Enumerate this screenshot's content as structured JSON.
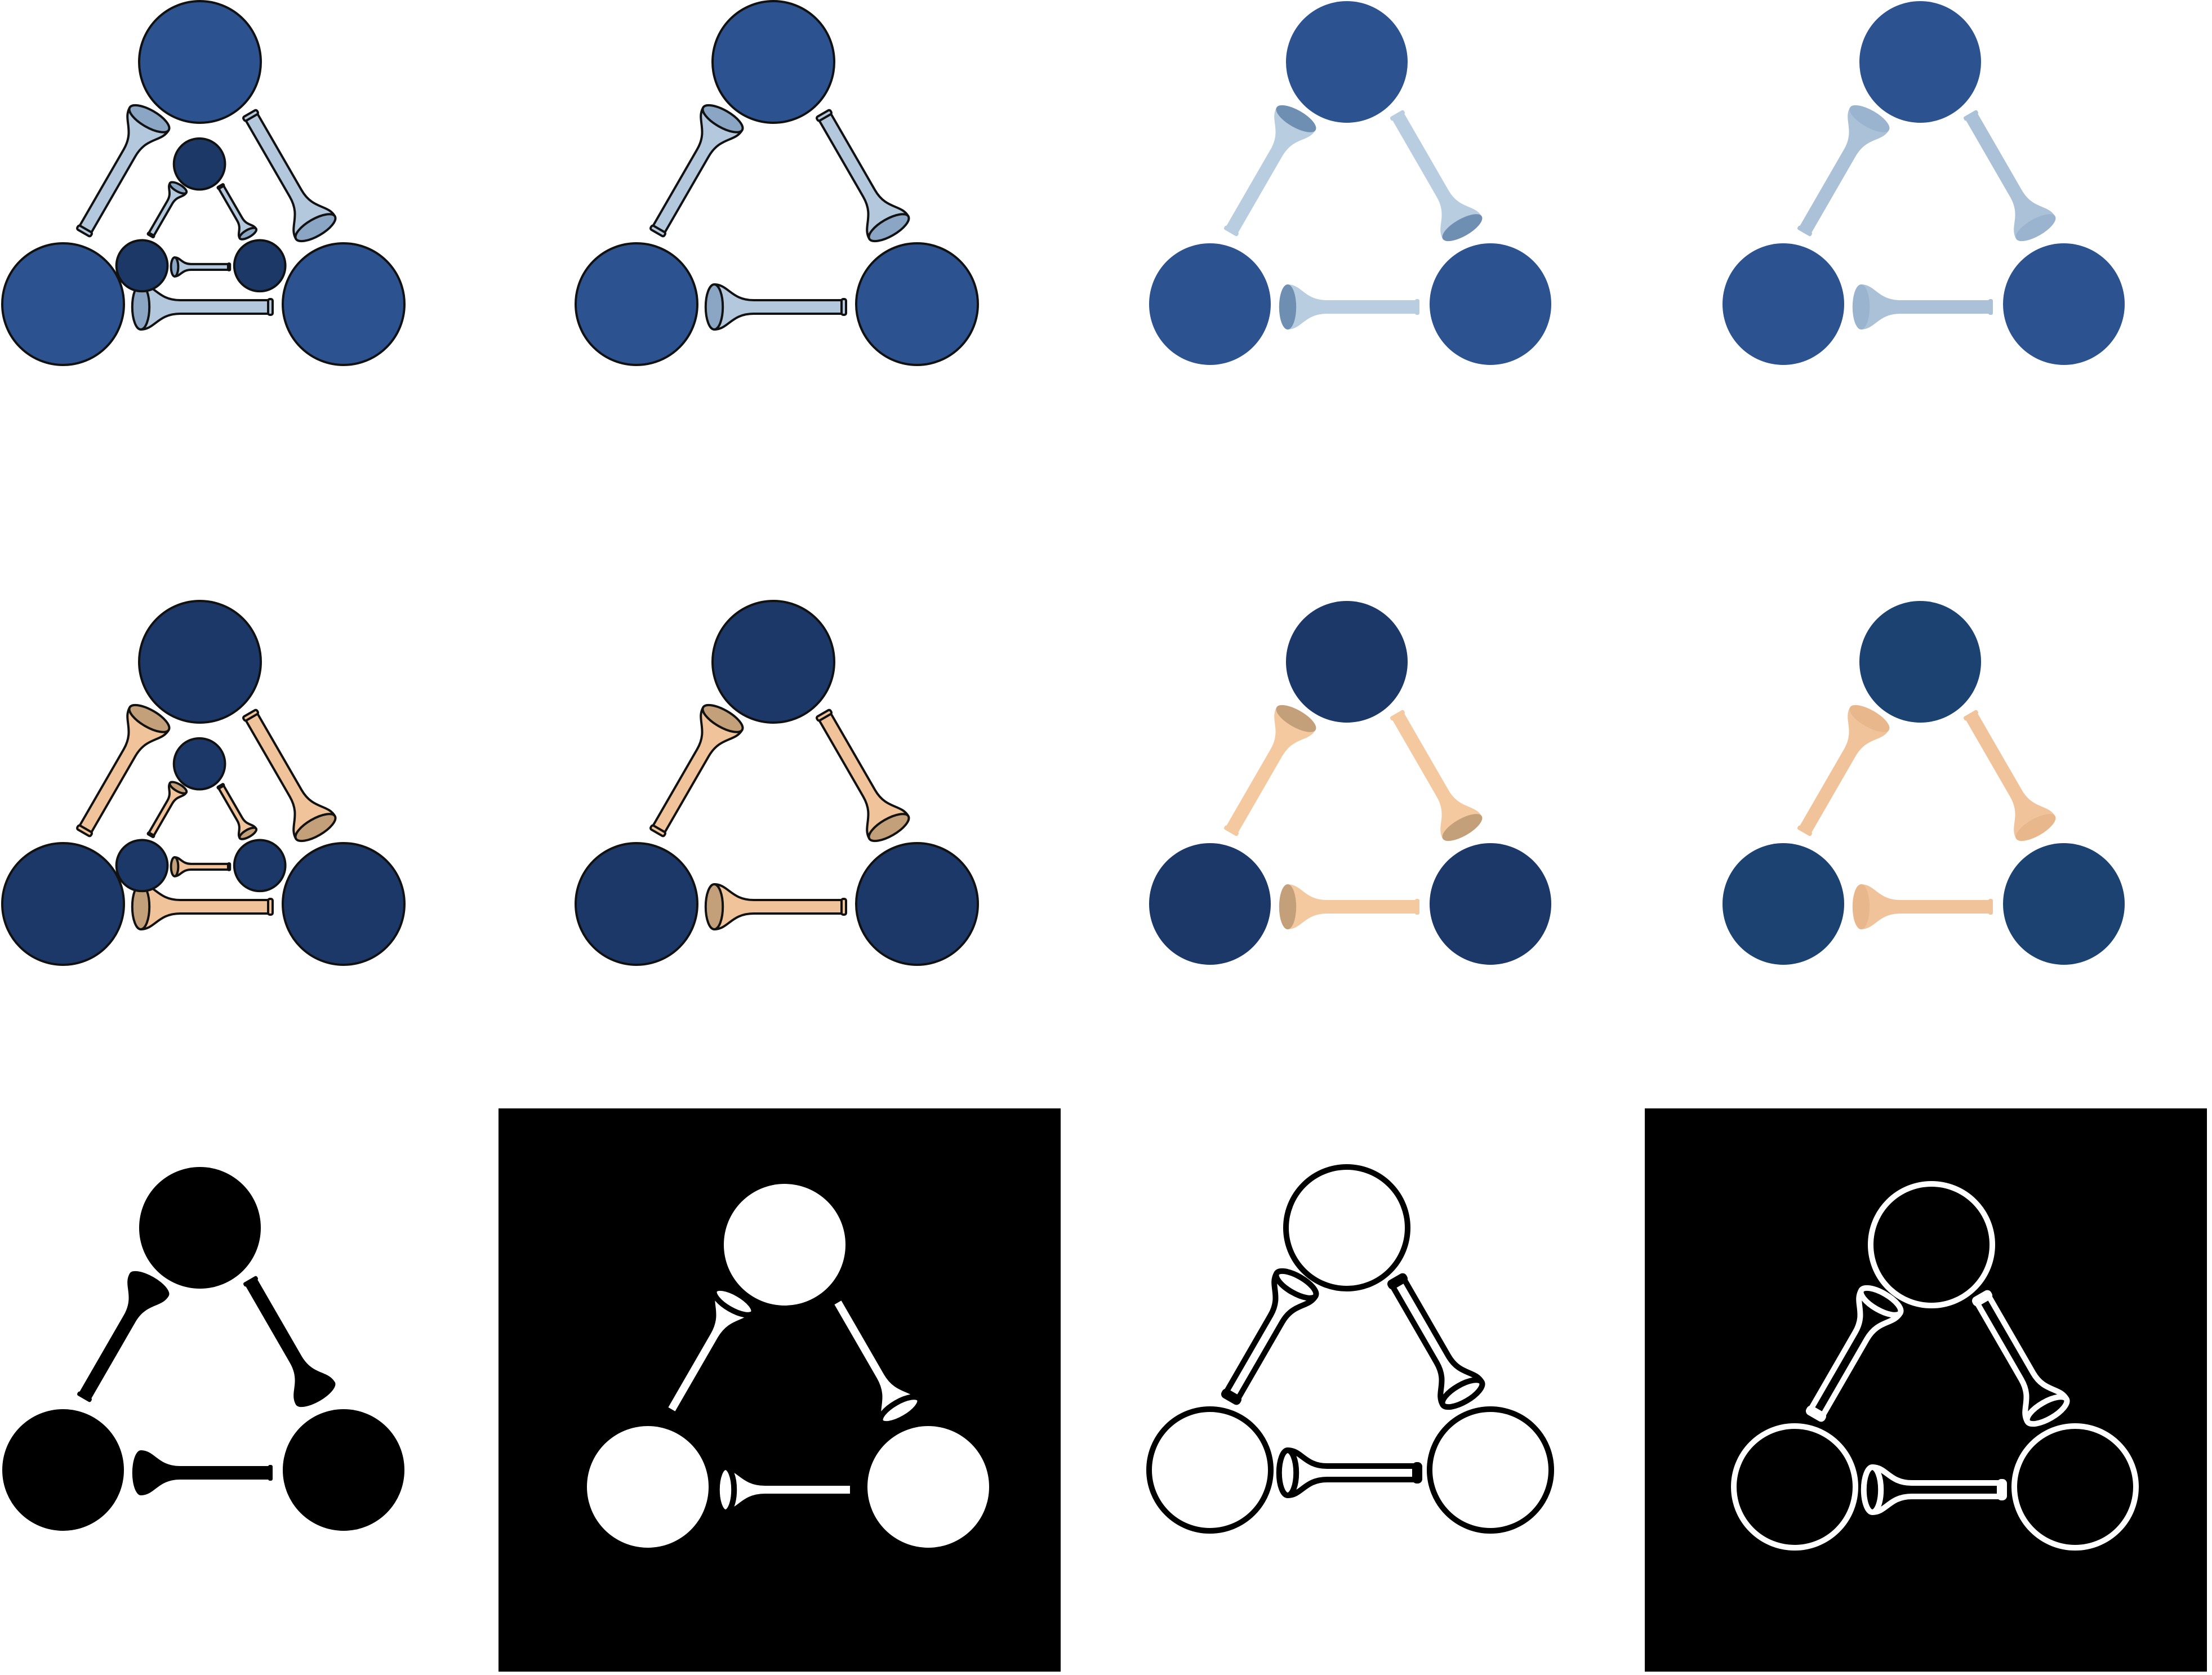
{
  "sheet": {
    "background": "#ffffff",
    "rows": [
      {
        "variants": [
          {
            "name": "gradient-blue-outlined-nested",
            "background": "#ffffff",
            "circle_fill": "#2c5290",
            "circle_stroke": "#111111",
            "trumpet_fill": "#b4c8dd",
            "bell_fill": "#8ba6c4",
            "trumpet_stroke": "#111111",
            "nested": true,
            "inner_circle_fill": "#1b3866"
          },
          {
            "name": "gradient-blue-outlined",
            "background": "#ffffff",
            "circle_fill": "#2c5290",
            "circle_stroke": "#111111",
            "trumpet_fill": "#b4c8dd",
            "bell_fill": "#8ba6c4",
            "trumpet_stroke": "#111111",
            "nested": false
          },
          {
            "name": "gradient-blue-flat",
            "background": "#ffffff",
            "circle_fill": "#2c5290",
            "circle_stroke": "none",
            "trumpet_fill": "#b8cde0",
            "bell_fill": "#6f8fb2",
            "trumpet_stroke": "none",
            "nested": false
          },
          {
            "name": "gradient-blue-soft",
            "background": "#ffffff",
            "circle_fill": "#2c5290",
            "circle_stroke": "none",
            "trumpet_fill": "#aac1d8",
            "bell_fill": "#9ab3cf",
            "trumpet_stroke": "none",
            "nested": false
          }
        ]
      },
      {
        "variants": [
          {
            "name": "navy-tan-outlined-nested",
            "background": "#ffffff",
            "circle_fill": "#1c3868",
            "circle_stroke": "#111111",
            "trumpet_fill": "#f0c39a",
            "bell_fill": "#c4a07a",
            "trumpet_stroke": "#111111",
            "nested": true,
            "inner_circle_fill": "#1c3868"
          },
          {
            "name": "navy-tan-outlined",
            "background": "#ffffff",
            "circle_fill": "#1c3868",
            "circle_stroke": "#111111",
            "trumpet_fill": "#f0c39a",
            "bell_fill": "#c4a07a",
            "trumpet_stroke": "#111111",
            "nested": false
          },
          {
            "name": "navy-tan-flat",
            "background": "#ffffff",
            "circle_fill": "#1c3868",
            "circle_stroke": "none",
            "trumpet_fill": "#f4c9a0",
            "bell_fill": "#c4a07a",
            "trumpet_stroke": "none",
            "nested": false
          },
          {
            "name": "teal-navy-tan-soft",
            "background": "#ffffff",
            "circle_fill": "#1b4270",
            "circle_stroke": "none",
            "trumpet_fill": "#f0c39a",
            "bell_fill": "#e8b88c",
            "trumpet_stroke": "none",
            "nested": false
          }
        ]
      },
      {
        "variants": [
          {
            "name": "black-solid",
            "background": "#ffffff",
            "circle_fill": "#000000",
            "circle_stroke": "none",
            "trumpet_fill": "#000000",
            "bell_fill": "#000000",
            "trumpet_stroke": "none",
            "nested": false
          },
          {
            "name": "white-on-black-solid",
            "background": "#000000",
            "circle_fill": "#ffffff",
            "circle_stroke": "none",
            "trumpet_fill": "#ffffff",
            "bell_fill": "#ffffff",
            "trumpet_stroke": "#000000",
            "nested": false
          },
          {
            "name": "black-outline",
            "background": "#ffffff",
            "circle_fill": "#ffffff",
            "circle_stroke": "#000000",
            "trumpet_fill": "#ffffff",
            "bell_fill": "#ffffff",
            "trumpet_stroke": "#000000",
            "nested": false
          },
          {
            "name": "white-outline-on-black",
            "background": "#000000",
            "circle_fill": "#000000",
            "circle_stroke": "#ffffff",
            "trumpet_fill": "#000000",
            "bell_fill": "#000000",
            "trumpet_stroke": "#ffffff",
            "nested": false
          }
        ]
      }
    ]
  }
}
